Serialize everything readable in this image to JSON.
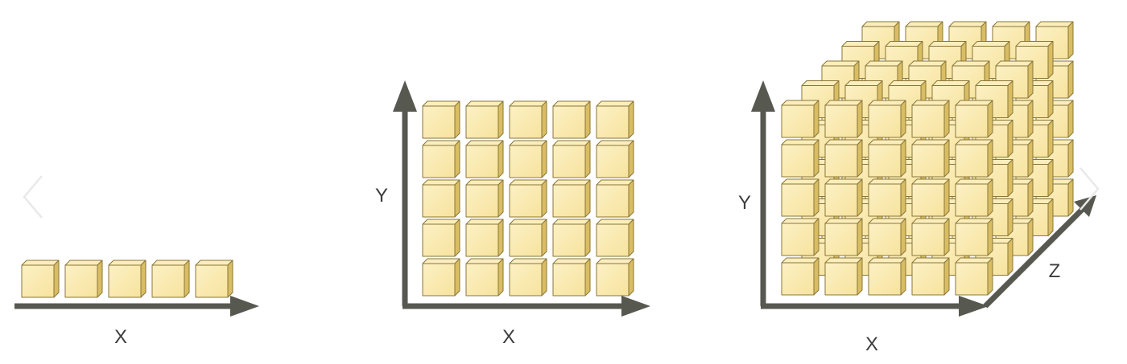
{
  "colors": {
    "cube_front": "#f7e39e",
    "cube_front_highlight": "#fcf1c4",
    "cube_top": "#fbeebc",
    "cube_side": "#d9bd63",
    "cube_edge": "#8a7638",
    "axis": "#575850",
    "nav_arrow": "#e9e9e9"
  },
  "icons": {
    "prev": "chevron-left-icon",
    "next": "chevron-right-icon"
  },
  "panels": [
    {
      "id": "1d",
      "grid": {
        "columns": 5,
        "rows": 1,
        "layers": 1
      },
      "axis_labels": {
        "x": "X"
      }
    },
    {
      "id": "2d",
      "grid": {
        "columns": 5,
        "rows": 5,
        "layers": 1
      },
      "axis_labels": {
        "x": "X",
        "y": "Y"
      }
    },
    {
      "id": "3d",
      "grid": {
        "columns": 5,
        "rows": 5,
        "layers": 5
      },
      "axis_labels": {
        "x": "X",
        "y": "Y",
        "z": "Z"
      }
    }
  ]
}
